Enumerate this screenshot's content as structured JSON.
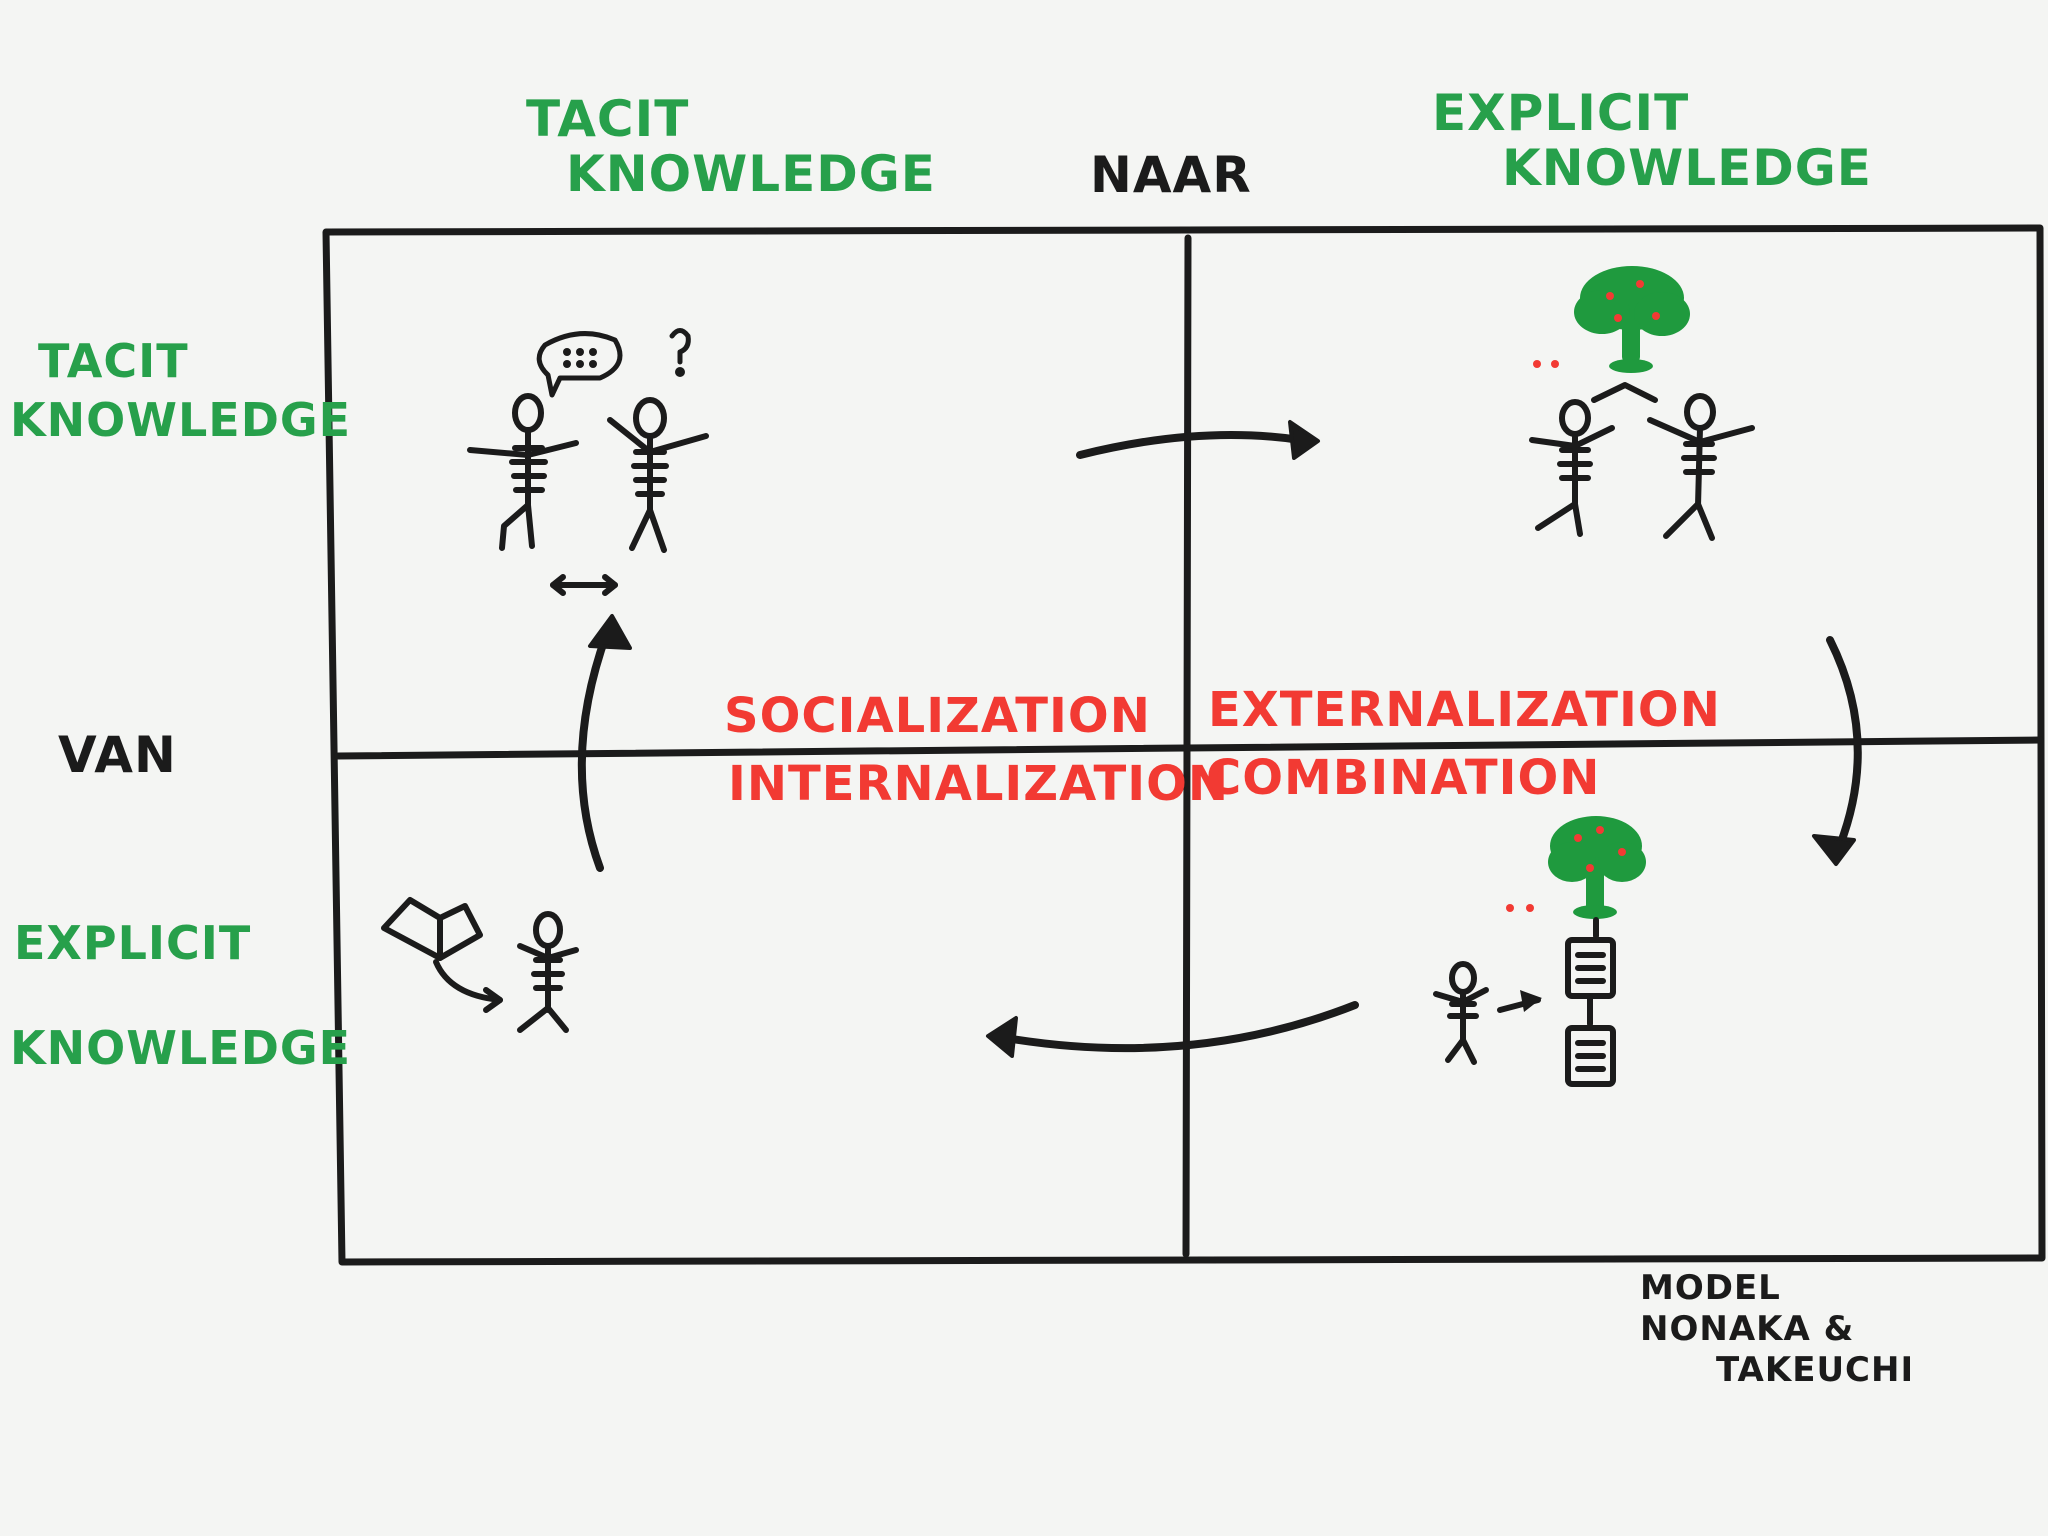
{
  "header": {
    "to_label": "NAAR",
    "from_label": "VAN"
  },
  "columns": [
    {
      "line1": "TACIT",
      "line2": "KNOWLEDGE"
    },
    {
      "line1": "EXPLICIT",
      "line2": "KNOWLEDGE"
    }
  ],
  "rows": [
    {
      "line1": "TACIT",
      "line2": "KNOWLEDGE"
    },
    {
      "line1": "EXPLICIT",
      "line2": "KNOWLEDGE"
    }
  ],
  "phases": {
    "top_left": "SOCIALIZATION",
    "top_right": "EXTERNALIZATION",
    "bottom_left": "INTERNALIZATION",
    "bottom_right": "COMBINATION"
  },
  "credit": {
    "line1": "MODEL",
    "line2": "NONAKA &",
    "line3": "TAKEUCHI"
  },
  "colors": {
    "ink": "#1b1b1b",
    "green": "#27a04b",
    "red": "#f23a33",
    "tree": "#1f9a3e",
    "fruit": "#f23a33",
    "paper": "#f4f5f3"
  }
}
